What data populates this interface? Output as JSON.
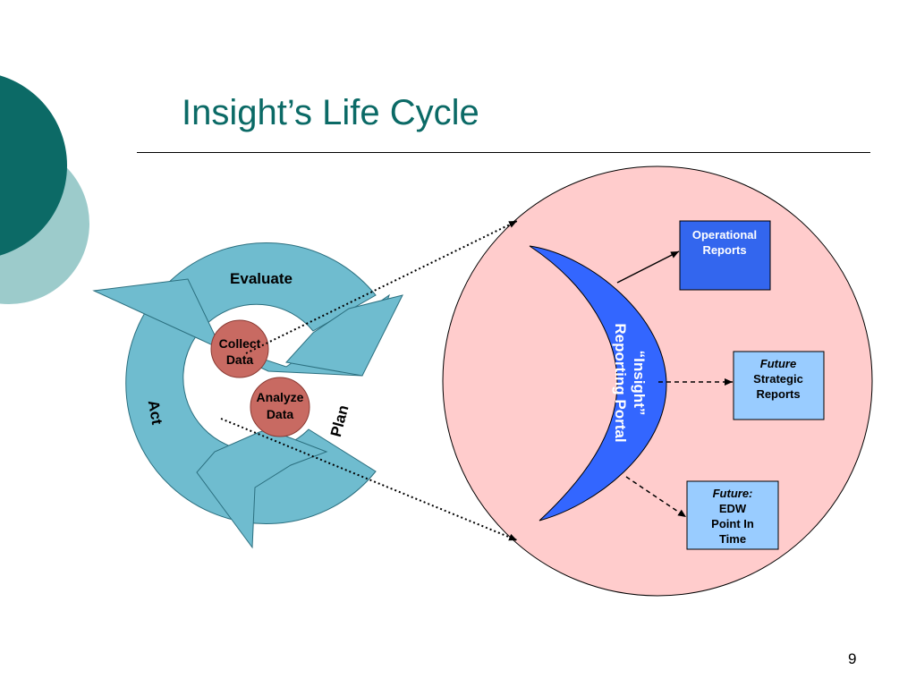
{
  "slide": {
    "title": "Insight’s Life Cycle",
    "page_number": "9"
  },
  "cycle": {
    "stages": {
      "evaluate": "Evaluate",
      "act": "Act",
      "plan": "Plan"
    },
    "inner_nodes": {
      "collect": [
        "Collect",
        "Data"
      ],
      "analyze": [
        "Analyze",
        "Data"
      ]
    }
  },
  "portal": {
    "label_line1": "“Insight”",
    "label_line2": "Reporting Portal"
  },
  "outputs": {
    "operational": [
      "Operational",
      "Reports"
    ],
    "strategic": {
      "qualifier": "Future",
      "lines": [
        "Strategic",
        "Reports"
      ]
    },
    "edw": {
      "qualifier": "Future:",
      "lines": [
        "EDW",
        "Point In",
        "Time"
      ]
    }
  },
  "colors": {
    "dark_teal": "#0c6a66",
    "light_teal": "#9ccbcb",
    "cycle_blue": "#6fbccf",
    "node_red": "#c86a62",
    "portal_blue": "#3366ff",
    "pink_circle": "#ffcccc",
    "box_dark": "#3366ee",
    "box_light": "#99ccff"
  }
}
